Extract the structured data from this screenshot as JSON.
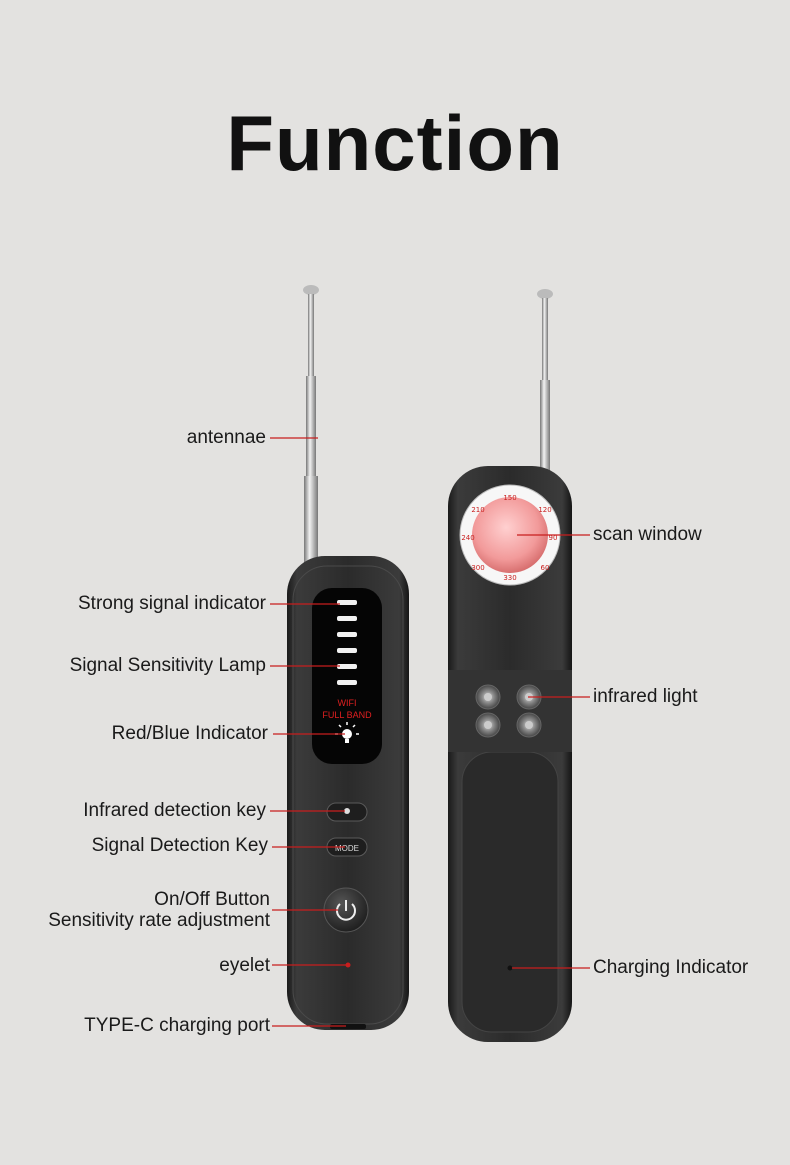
{
  "title": "Function",
  "device_front": {
    "display_text_line1": "WIFI",
    "display_text_line2": "FULL BAND",
    "mode_key_text": "MODE"
  },
  "labels": {
    "antennae": "antennae",
    "strong_signal_indicator": "Strong signal indicator",
    "signal_sensitivity_lamp": "Signal Sensitivity Lamp",
    "red_blue_indicator": "Red/Blue Indicator",
    "infrared_detection_key": "Infrared detection key",
    "signal_detection_key": "Signal Detection Key",
    "on_off_button": "On/Off Button",
    "sensitivity_rate_adjustment": "Sensitivity rate adjustment",
    "eyelet": "eyelet",
    "typec_port": "TYPE-C charging port",
    "scan_window": "scan window",
    "infrared_light": "infrared light",
    "charging_indicator": "Charging Indicator"
  },
  "colors": {
    "leader_line": "#c81e1e",
    "background": "#e3e2e0",
    "device_body": "#2a2a2a",
    "display_red_text": "#e02020",
    "lens": "#f4a0a0"
  }
}
